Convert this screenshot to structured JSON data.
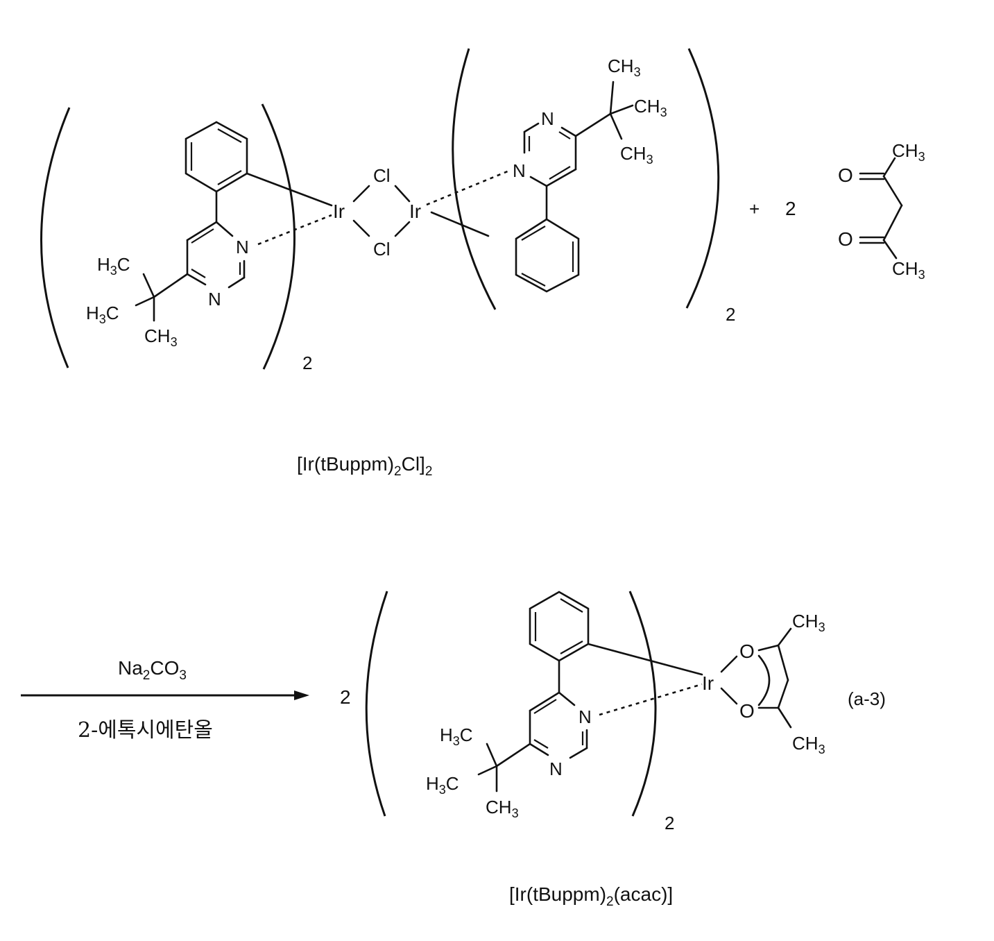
{
  "reaction": {
    "reactant1": {
      "name": "[Ir(tBuppm)2Cl]2",
      "name_parts": {
        "a": "[Ir(tBuppm)",
        "sub": "2",
        "b": "Cl]",
        "sub2": "2"
      },
      "metal_labels": {
        "ir_left": "Ir",
        "ir_right": "Ir",
        "cl_top": "Cl",
        "cl_bottom": "Cl"
      },
      "left_ligand": {
        "n1": "N",
        "n2": "N",
        "me1": "H3C",
        "me2": "H3C",
        "me3": "CH3",
        "multiplier": "2"
      },
      "right_ligand": {
        "n1": "N",
        "n2": "N",
        "me1": "CH3",
        "me2": "CH3",
        "me3": "CH3",
        "multiplier": "2"
      }
    },
    "plus": "+",
    "reactant2": {
      "coefficient": "2",
      "o_top": "O",
      "o_bottom": "O",
      "me_top": "CH3",
      "me_bottom": "CH3"
    },
    "conditions": {
      "reagent": "Na2CO3",
      "reagent_parts": {
        "a": "Na",
        "sub": "2",
        "b": "CO",
        "sub2": "3"
      },
      "solvent": "2-에톡시에탄올"
    },
    "product": {
      "coefficient": "2",
      "multiplier": "2",
      "ir": "Ir",
      "o_top": "O",
      "o_bottom": "O",
      "me_top": "CH3",
      "me_bottom": "CH3",
      "ligand": {
        "n1": "N",
        "n2": "N",
        "me1": "H3C",
        "me2": "H3C",
        "me3": "CH3"
      },
      "compound_id": "(a-3)",
      "name": "[Ir(tBuppm)2(acac)]",
      "name_parts": {
        "a": "[Ir(tBuppm)",
        "sub": "2",
        "b": "(acac)]"
      }
    }
  }
}
